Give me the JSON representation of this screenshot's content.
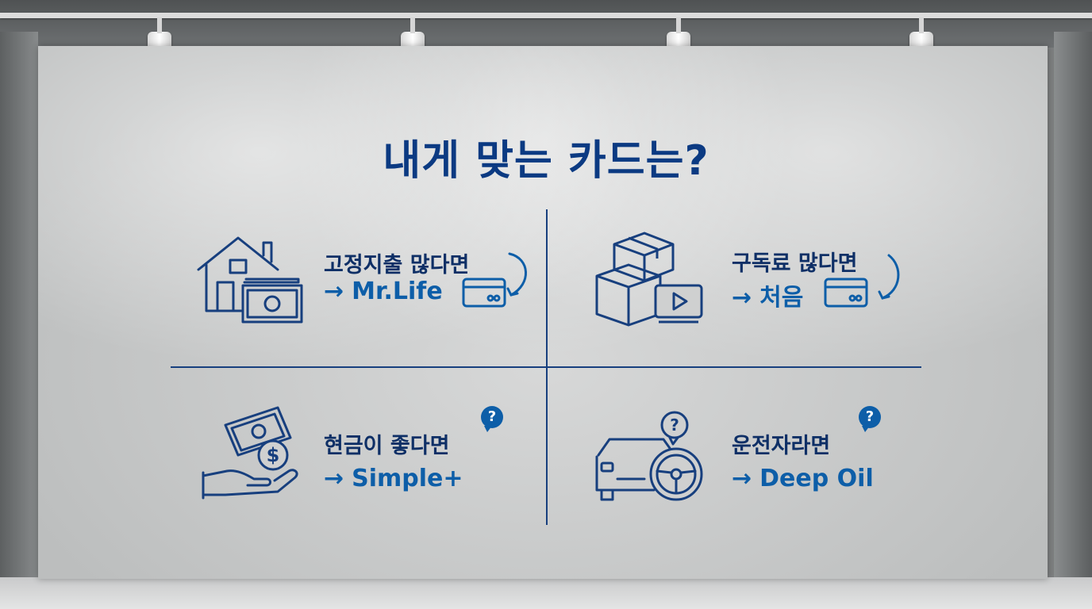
{
  "title": "내게 맞는 카드는?",
  "quadrants": [
    {
      "label": "고정지출 많다면",
      "arrow": "→",
      "card": "Mr.Life",
      "icon": "house-with-cash-icon"
    },
    {
      "label": "구독료 많다면",
      "arrow": "→",
      "card": "처음",
      "icon": "boxes-with-video-icon"
    },
    {
      "label": "현금이 좋다면",
      "arrow": "→",
      "card": "Simple+",
      "icon": "hand-with-money-icon",
      "badge": "?"
    },
    {
      "label": "운전자라면",
      "arrow": "→",
      "card": "Deep Oil",
      "icon": "car-with-steering-wheel-icon",
      "badge": "?"
    }
  ],
  "colors": {
    "navy": "#0b3a82",
    "blue": "#0d5ea8",
    "wall": "#cfd0d0"
  }
}
